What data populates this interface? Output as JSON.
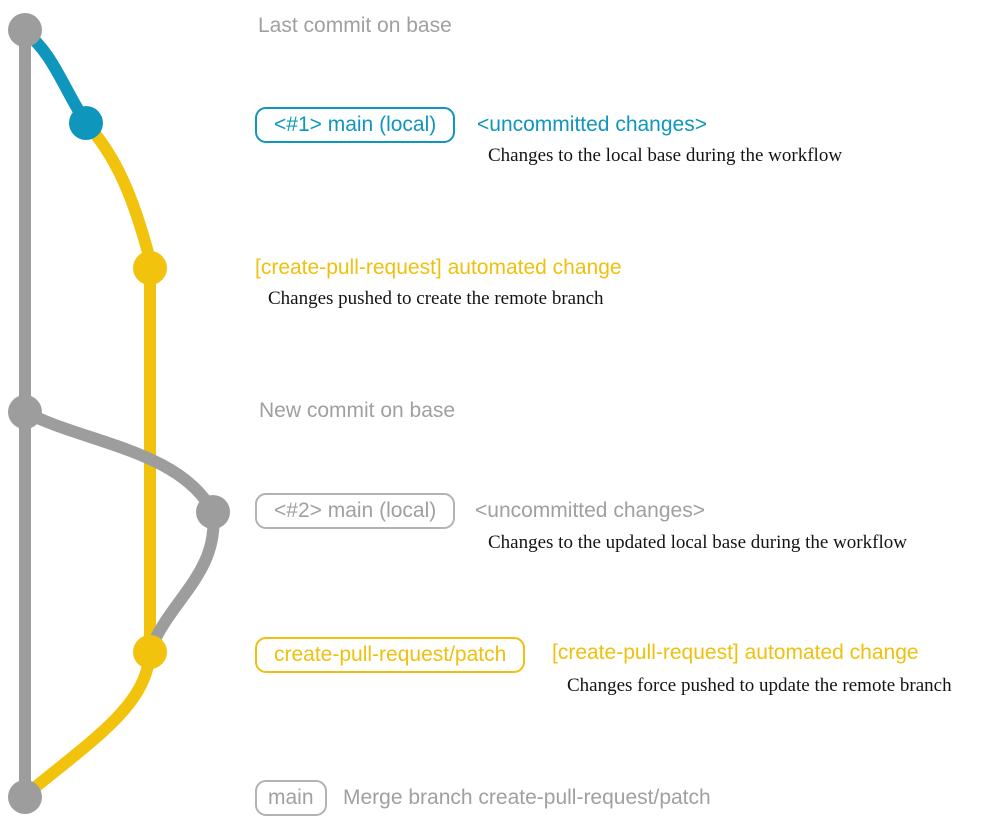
{
  "colors": {
    "gray": "#9d9d9d",
    "teal": "#0f96bd",
    "yellow": "#f2c30d",
    "text_gray": "#a0a0a0",
    "caption_black": "#141414",
    "box_border_gray": "#b2b2b2"
  },
  "annotations": {
    "last_commit_title": "Last commit on base",
    "step1": {
      "branch_badge": "<#1> main (local)",
      "title": "<uncommitted changes>",
      "caption": "Changes to the local base during the workflow"
    },
    "step2": {
      "title": "[create-pull-request] automated change",
      "caption": "Changes pushed to create the remote branch"
    },
    "new_commit_title": "New commit on base",
    "step3": {
      "branch_badge": "<#2> main (local)",
      "title": "<uncommitted changes>",
      "caption": "Changes to the updated local base during the workflow"
    },
    "step4": {
      "branch_badge": "create-pull-request/patch",
      "title": "[create-pull-request] automated change",
      "caption": "Changes force pushed to update the remote branch"
    },
    "step5": {
      "branch_badge": "main",
      "title": "Merge branch create-pull-request/patch"
    }
  }
}
